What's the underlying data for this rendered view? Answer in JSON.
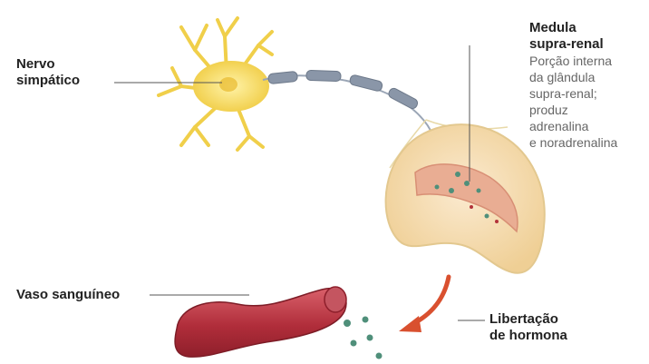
{
  "labels": {
    "nerve_line1": "Nervo",
    "nerve_line2": "simpático",
    "medulla_title_line1": "Medula",
    "medulla_title_line2": "supra-renal",
    "medulla_desc": [
      "Porção interna",
      "da glândula",
      "supra-renal;",
      "produz",
      "adrenalina",
      "e noradrenalina"
    ],
    "vessel": "Vaso sanguíneo",
    "release_line1": "Libertação",
    "release_line2": "de hormona"
  },
  "colors": {
    "neuron": "#f3d24a",
    "axon": "#8a96a8",
    "gland_outer": "#f4ddb0",
    "gland_inner": "#e7a98c",
    "vessel": "#b8323f",
    "hormone": "#4f8f7a",
    "arrow": "#d9502f",
    "leader": "#555555"
  },
  "icons": [
    "neuron-cell",
    "myelinated-axon",
    "adrenal-gland",
    "blood-vessel",
    "hormone-granule",
    "release-arrow"
  ]
}
